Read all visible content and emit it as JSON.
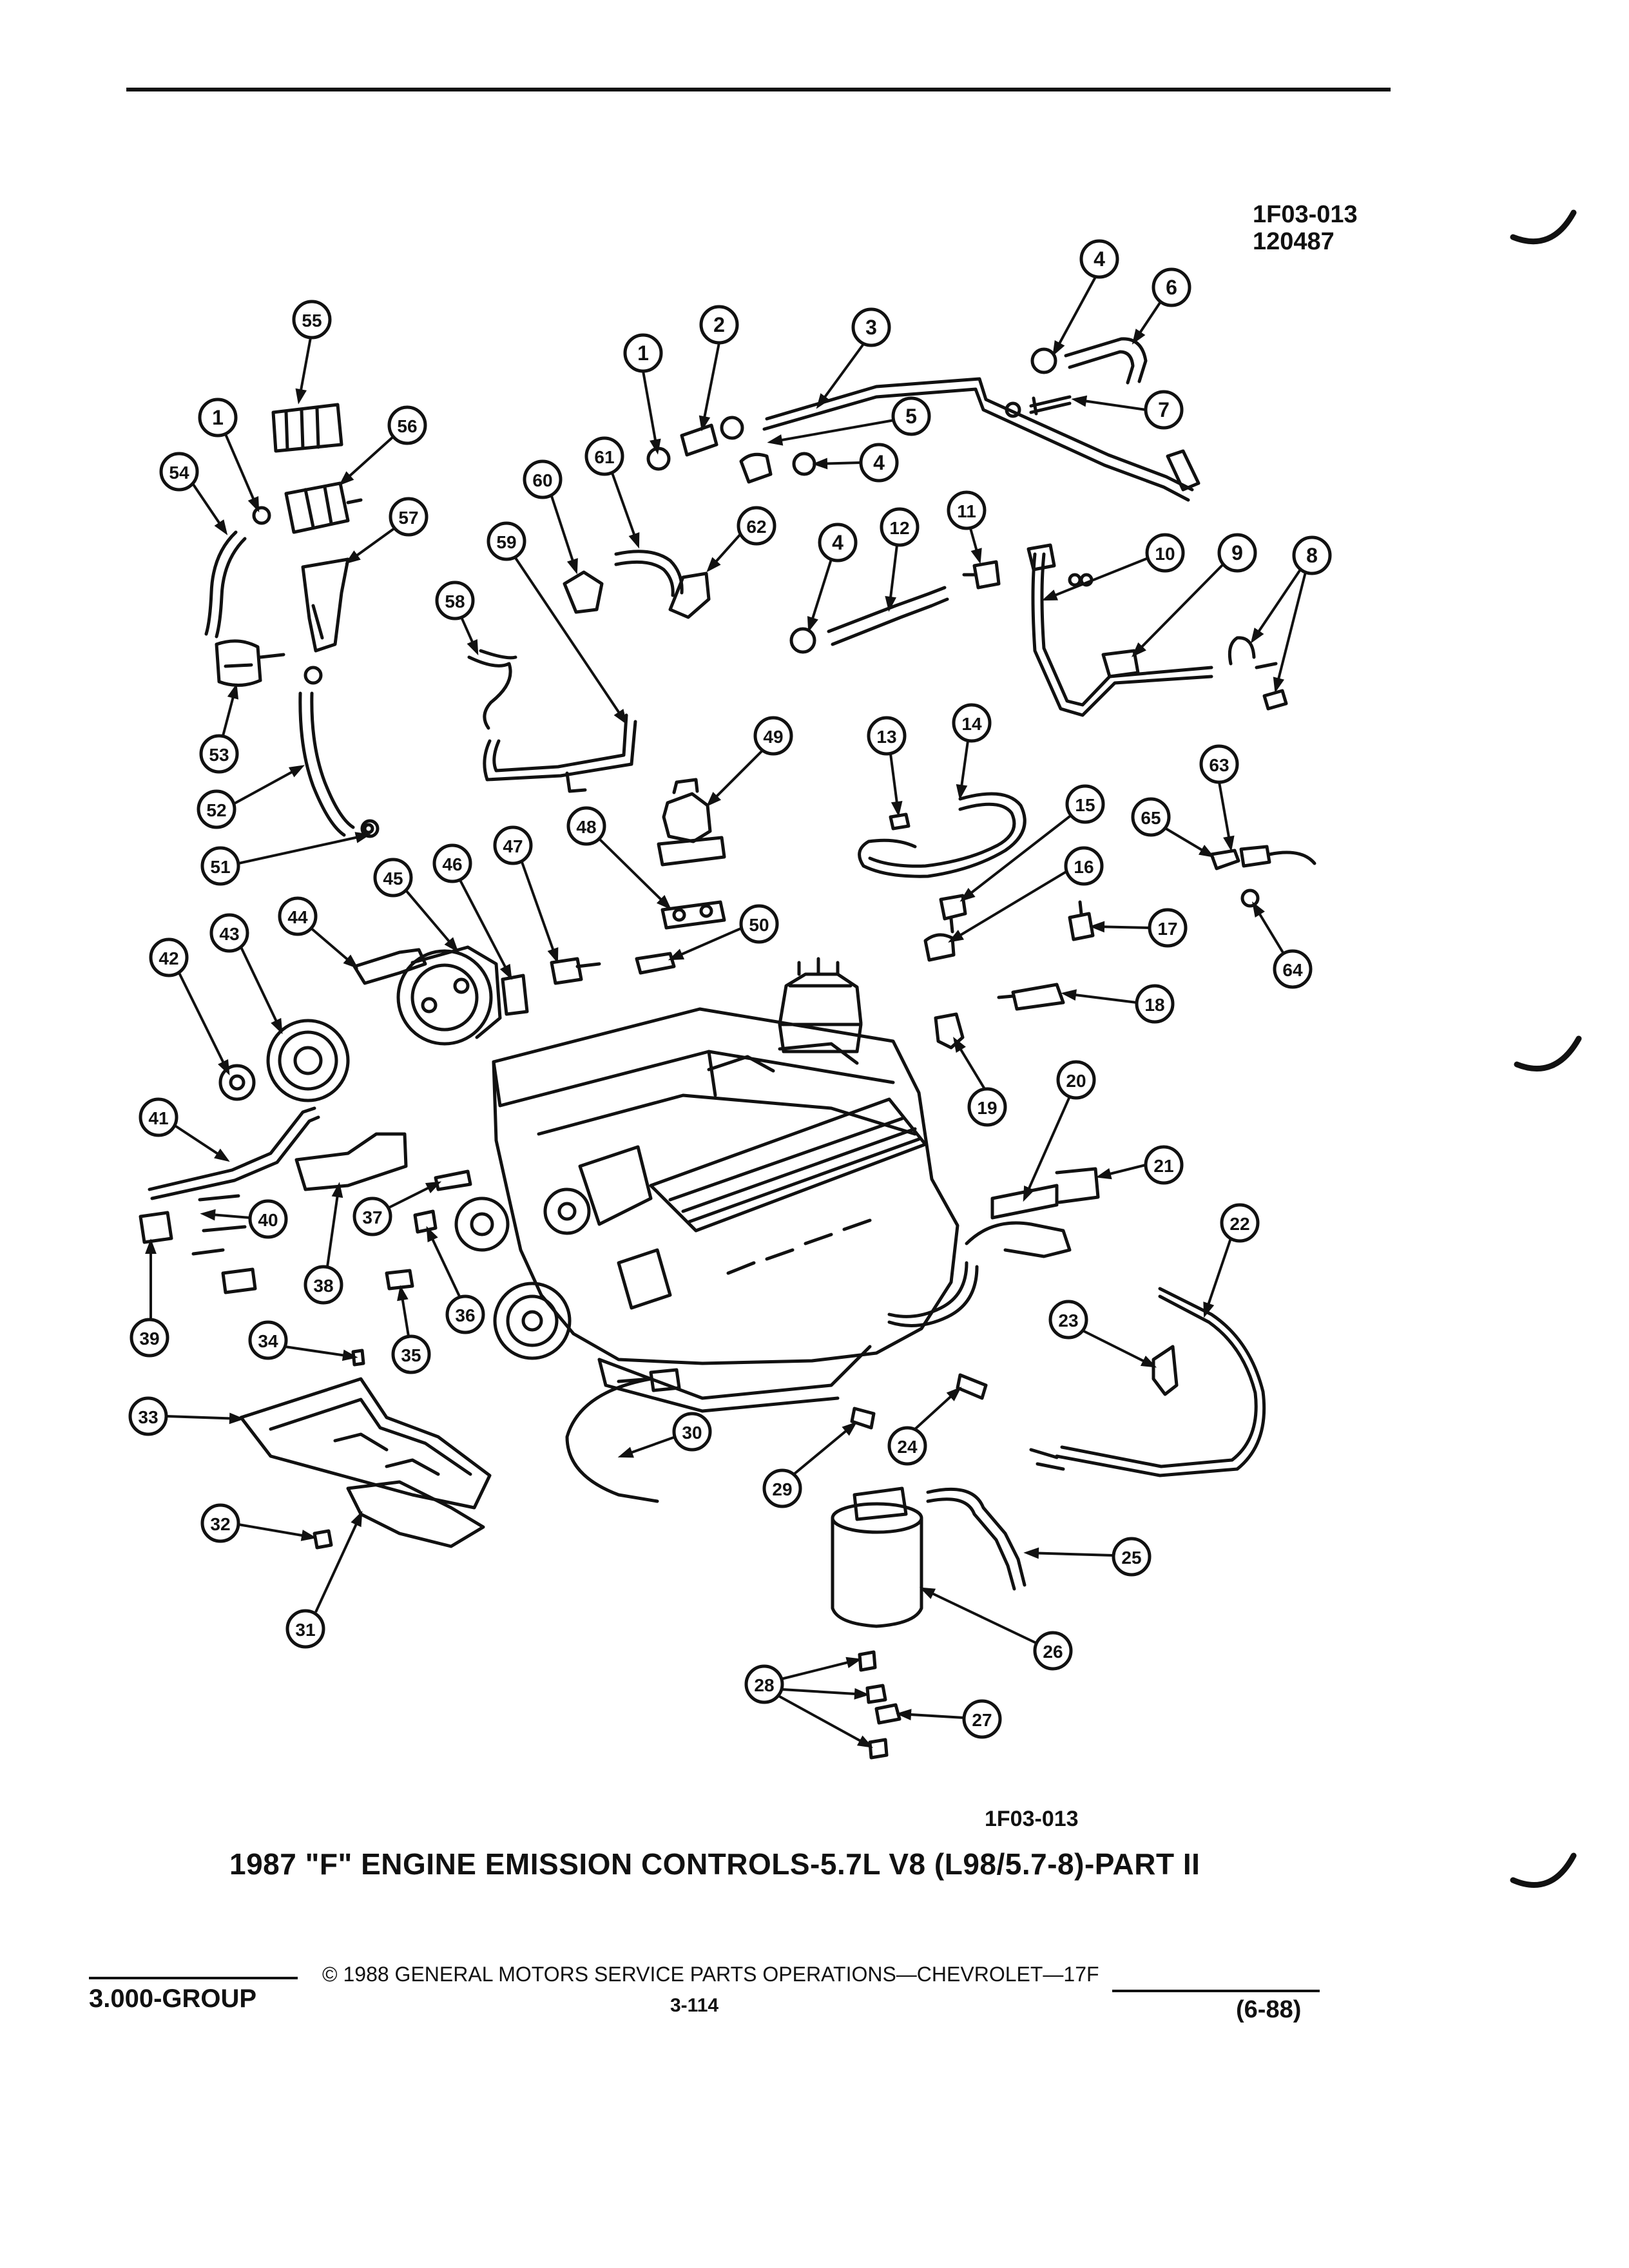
{
  "diagram_code": "1F03-013",
  "diagram_date": "120487",
  "bottom_code": "1F03-013",
  "title": "1987 \"F\" ENGINE EMISSION CONTROLS-5.7L V8 (L98/5.7-8)-PART II",
  "footer": {
    "group": "3.000-GROUP",
    "copyright": "© 1988 GENERAL MOTORS SERVICE PARTS OPERATIONS—CHEVROLET—17F",
    "page_number": "3-114",
    "revision": "(6-88)"
  },
  "callouts": [
    {
      "id": "c1a",
      "label": "1"
    },
    {
      "id": "c2",
      "label": "2"
    },
    {
      "id": "c3",
      "label": "3"
    },
    {
      "id": "c4a",
      "label": "4"
    },
    {
      "id": "c6",
      "label": "6"
    },
    {
      "id": "c7",
      "label": "7"
    },
    {
      "id": "c5",
      "label": "5"
    },
    {
      "id": "c4b",
      "label": "4"
    },
    {
      "id": "c55",
      "label": "55"
    },
    {
      "id": "c1b",
      "label": "1"
    },
    {
      "id": "c56",
      "label": "56"
    },
    {
      "id": "c54",
      "label": "54"
    },
    {
      "id": "c60",
      "label": "60"
    },
    {
      "id": "c61",
      "label": "61"
    },
    {
      "id": "c62",
      "label": "62"
    },
    {
      "id": "c57",
      "label": "57"
    },
    {
      "id": "c59",
      "label": "59"
    },
    {
      "id": "c58",
      "label": "58"
    },
    {
      "id": "c4c",
      "label": "4"
    },
    {
      "id": "c12",
      "label": "12"
    },
    {
      "id": "c11",
      "label": "11"
    },
    {
      "id": "c10",
      "label": "10"
    },
    {
      "id": "c9",
      "label": "9"
    },
    {
      "id": "c8",
      "label": "8"
    },
    {
      "id": "c53",
      "label": "53"
    },
    {
      "id": "c52",
      "label": "52"
    },
    {
      "id": "c51",
      "label": "51"
    },
    {
      "id": "c49",
      "label": "49"
    },
    {
      "id": "c13",
      "label": "13"
    },
    {
      "id": "c14",
      "label": "14"
    },
    {
      "id": "c63",
      "label": "63"
    },
    {
      "id": "c15",
      "label": "15"
    },
    {
      "id": "c65",
      "label": "65"
    },
    {
      "id": "c48",
      "label": "48"
    },
    {
      "id": "c47",
      "label": "47"
    },
    {
      "id": "c46",
      "label": "46"
    },
    {
      "id": "c45",
      "label": "45"
    },
    {
      "id": "c44",
      "label": "44"
    },
    {
      "id": "c16",
      "label": "16"
    },
    {
      "id": "c64",
      "label": "64"
    },
    {
      "id": "c50",
      "label": "50"
    },
    {
      "id": "c17",
      "label": "17"
    },
    {
      "id": "c43",
      "label": "43"
    },
    {
      "id": "c42",
      "label": "42"
    },
    {
      "id": "c18",
      "label": "18"
    },
    {
      "id": "c19",
      "label": "19"
    },
    {
      "id": "c20",
      "label": "20"
    },
    {
      "id": "c41",
      "label": "41"
    },
    {
      "id": "c21",
      "label": "21"
    },
    {
      "id": "c40",
      "label": "40"
    },
    {
      "id": "c37",
      "label": "37"
    },
    {
      "id": "c22",
      "label": "22"
    },
    {
      "id": "c38",
      "label": "38"
    },
    {
      "id": "c36",
      "label": "36"
    },
    {
      "id": "c39",
      "label": "39"
    },
    {
      "id": "c35",
      "label": "35"
    },
    {
      "id": "c23",
      "label": "23"
    },
    {
      "id": "c34",
      "label": "34"
    },
    {
      "id": "c33",
      "label": "33"
    },
    {
      "id": "c30",
      "label": "30"
    },
    {
      "id": "c24",
      "label": "24"
    },
    {
      "id": "c29",
      "label": "29"
    },
    {
      "id": "c32",
      "label": "32"
    },
    {
      "id": "c25",
      "label": "25"
    },
    {
      "id": "c31",
      "label": "31"
    },
    {
      "id": "c26",
      "label": "26"
    },
    {
      "id": "c28",
      "label": "28"
    },
    {
      "id": "c27",
      "label": "27"
    }
  ]
}
